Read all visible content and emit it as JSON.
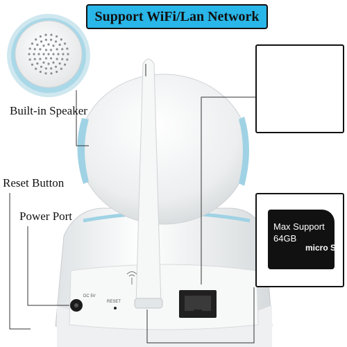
{
  "banner": {
    "title": "Support WiFi/Lan Network"
  },
  "labels": {
    "speaker": "Built-in Speaker",
    "reset": "Reset Button",
    "power": "Power Port"
  },
  "card": {
    "line1": "Max Support",
    "line2": "64GB",
    "logo": "micro SD"
  },
  "ports": {
    "dc": "DC 5V",
    "reset": "RESET"
  },
  "colors": {
    "banner": "#29b6e8",
    "accent_blue": "#9fd2e4",
    "body_white": "#f2f3f3"
  }
}
